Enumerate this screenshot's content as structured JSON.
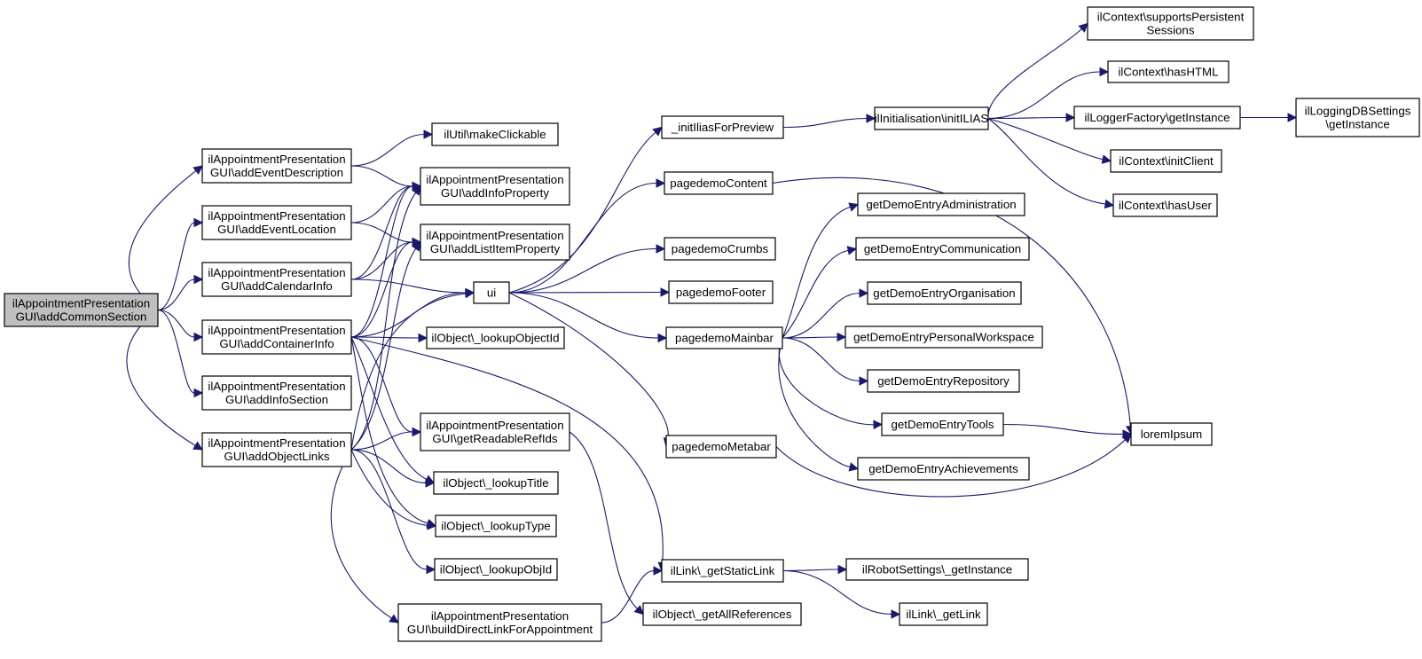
{
  "colors": {
    "edge": "#191970",
    "root_fill": "#bfbfbf",
    "node_fill": "#ffffff"
  },
  "nodes": [
    {
      "id": "root",
      "lines": [
        "ilAppointmentPresentation",
        "GUI\\addCommonSection"
      ]
    },
    {
      "id": "addEventDescription",
      "lines": [
        "ilAppointmentPresentation",
        "GUI\\addEventDescription"
      ]
    },
    {
      "id": "addEventLocation",
      "lines": [
        "ilAppointmentPresentation",
        "GUI\\addEventLocation"
      ]
    },
    {
      "id": "addCalendarInfo",
      "lines": [
        "ilAppointmentPresentation",
        "GUI\\addCalendarInfo"
      ]
    },
    {
      "id": "addContainerInfo",
      "lines": [
        "ilAppointmentPresentation",
        "GUI\\addContainerInfo"
      ]
    },
    {
      "id": "addInfoSection",
      "lines": [
        "ilAppointmentPresentation",
        "GUI\\addInfoSection"
      ]
    },
    {
      "id": "addObjectLinks",
      "lines": [
        "ilAppointmentPresentation",
        "GUI\\addObjectLinks"
      ]
    },
    {
      "id": "makeClickable",
      "lines": [
        "ilUtil\\makeClickable"
      ]
    },
    {
      "id": "addInfoProperty",
      "lines": [
        "ilAppointmentPresentation",
        "GUI\\addInfoProperty"
      ]
    },
    {
      "id": "addListItemProperty",
      "lines": [
        "ilAppointmentPresentation",
        "GUI\\addListItemProperty"
      ]
    },
    {
      "id": "ui",
      "lines": [
        "ui"
      ]
    },
    {
      "id": "lookupObjectId",
      "lines": [
        "ilObject\\_lookupObjectId"
      ]
    },
    {
      "id": "getReadableRefIds",
      "lines": [
        "ilAppointmentPresentation",
        "GUI\\getReadableRefIds"
      ]
    },
    {
      "id": "lookupTitle",
      "lines": [
        "ilObject\\_lookupTitle"
      ]
    },
    {
      "id": "lookupType",
      "lines": [
        "ilObject\\_lookupType"
      ]
    },
    {
      "id": "lookupObjId",
      "lines": [
        "ilObject\\_lookupObjId"
      ]
    },
    {
      "id": "buildDirectLink",
      "lines": [
        "ilAppointmentPresentation",
        "GUI\\buildDirectLinkForAppointment"
      ]
    },
    {
      "id": "initIliasForPreview",
      "lines": [
        "_initIliasForPreview"
      ]
    },
    {
      "id": "pagedemoContent",
      "lines": [
        "pagedemoContent"
      ]
    },
    {
      "id": "pagedemoCrumbs",
      "lines": [
        "pagedemoCrumbs"
      ]
    },
    {
      "id": "pagedemoFooter",
      "lines": [
        "pagedemoFooter"
      ]
    },
    {
      "id": "pagedemoMainbar",
      "lines": [
        "pagedemoMainbar"
      ]
    },
    {
      "id": "pagedemoMetabar",
      "lines": [
        "pagedemoMetabar"
      ]
    },
    {
      "id": "getStaticLink",
      "lines": [
        "ilLink\\_getStaticLink"
      ]
    },
    {
      "id": "getAllReferences",
      "lines": [
        "ilObject\\_getAllReferences"
      ]
    },
    {
      "id": "initILIAS",
      "lines": [
        "ilInitialisation\\initILIAS"
      ]
    },
    {
      "id": "getDemoEntryAdministration",
      "lines": [
        "getDemoEntryAdministration"
      ]
    },
    {
      "id": "getDemoEntryCommunication",
      "lines": [
        "getDemoEntryCommunication"
      ]
    },
    {
      "id": "getDemoEntryOrganisation",
      "lines": [
        "getDemoEntryOrganisation"
      ]
    },
    {
      "id": "getDemoEntryPersonalWorkspace",
      "lines": [
        "getDemoEntryPersonalWorkspace"
      ]
    },
    {
      "id": "getDemoEntryRepository",
      "lines": [
        "getDemoEntryRepository"
      ]
    },
    {
      "id": "getDemoEntryTools",
      "lines": [
        "getDemoEntryTools"
      ]
    },
    {
      "id": "getDemoEntryAchievements",
      "lines": [
        "getDemoEntryAchievements"
      ]
    },
    {
      "id": "robotGetInstance",
      "lines": [
        "ilRobotSettings\\_getInstance"
      ]
    },
    {
      "id": "getLink",
      "lines": [
        "ilLink\\_getLink"
      ]
    },
    {
      "id": "supportsPersistentSessions",
      "lines": [
        "ilContext\\supportsPersistent",
        "Sessions"
      ]
    },
    {
      "id": "hasHTML",
      "lines": [
        "ilContext\\hasHTML"
      ]
    },
    {
      "id": "loggerGetInstance",
      "lines": [
        "ilLoggerFactory\\getInstance"
      ]
    },
    {
      "id": "initClient",
      "lines": [
        "ilContext\\initClient"
      ]
    },
    {
      "id": "hasUser",
      "lines": [
        "ilContext\\hasUser"
      ]
    },
    {
      "id": "loremIpsum",
      "lines": [
        "loremIpsum"
      ]
    },
    {
      "id": "loggingGetInstance",
      "lines": [
        "ilLoggingDBSettings",
        "\\getInstance"
      ]
    }
  ],
  "edges": [
    [
      "root",
      "addEventDescription"
    ],
    [
      "root",
      "addEventLocation"
    ],
    [
      "root",
      "addCalendarInfo"
    ],
    [
      "root",
      "addContainerInfo"
    ],
    [
      "root",
      "addInfoSection"
    ],
    [
      "root",
      "addObjectLinks"
    ],
    [
      "addEventDescription",
      "makeClickable"
    ],
    [
      "addEventDescription",
      "addInfoProperty"
    ],
    [
      "addEventLocation",
      "addInfoProperty"
    ],
    [
      "addEventLocation",
      "addListItemProperty"
    ],
    [
      "addCalendarInfo",
      "addInfoProperty"
    ],
    [
      "addCalendarInfo",
      "addListItemProperty"
    ],
    [
      "addCalendarInfo",
      "ui"
    ],
    [
      "addContainerInfo",
      "addInfoProperty"
    ],
    [
      "addContainerInfo",
      "addListItemProperty"
    ],
    [
      "addContainerInfo",
      "ui"
    ],
    [
      "addContainerInfo",
      "lookupObjectId"
    ],
    [
      "addContainerInfo",
      "getReadableRefIds"
    ],
    [
      "addContainerInfo",
      "lookupTitle"
    ],
    [
      "addContainerInfo",
      "lookupType"
    ],
    [
      "addContainerInfo",
      "getStaticLink"
    ],
    [
      "addObjectLinks",
      "addInfoProperty"
    ],
    [
      "addObjectLinks",
      "addListItemProperty"
    ],
    [
      "addObjectLinks",
      "ui"
    ],
    [
      "addObjectLinks",
      "getReadableRefIds"
    ],
    [
      "addObjectLinks",
      "lookupTitle"
    ],
    [
      "addObjectLinks",
      "lookupType"
    ],
    [
      "addObjectLinks",
      "lookupObjId"
    ],
    [
      "addObjectLinks",
      "buildDirectLink"
    ],
    [
      "ui",
      "initIliasForPreview"
    ],
    [
      "ui",
      "pagedemoContent"
    ],
    [
      "ui",
      "pagedemoCrumbs"
    ],
    [
      "ui",
      "pagedemoFooter"
    ],
    [
      "ui",
      "pagedemoMainbar"
    ],
    [
      "ui",
      "pagedemoMetabar"
    ],
    [
      "getReadableRefIds",
      "getAllReferences"
    ],
    [
      "buildDirectLink",
      "getStaticLink"
    ],
    [
      "initIliasForPreview",
      "initILIAS"
    ],
    [
      "pagedemoContent",
      "loremIpsum"
    ],
    [
      "pagedemoMainbar",
      "getDemoEntryAdministration"
    ],
    [
      "pagedemoMainbar",
      "getDemoEntryCommunication"
    ],
    [
      "pagedemoMainbar",
      "getDemoEntryOrganisation"
    ],
    [
      "pagedemoMainbar",
      "getDemoEntryPersonalWorkspace"
    ],
    [
      "pagedemoMainbar",
      "getDemoEntryRepository"
    ],
    [
      "pagedemoMainbar",
      "getDemoEntryTools"
    ],
    [
      "pagedemoMainbar",
      "getDemoEntryAchievements"
    ],
    [
      "pagedemoMetabar",
      "loremIpsum"
    ],
    [
      "getStaticLink",
      "robotGetInstance"
    ],
    [
      "getStaticLink",
      "getLink"
    ],
    [
      "initILIAS",
      "supportsPersistentSessions"
    ],
    [
      "initILIAS",
      "hasHTML"
    ],
    [
      "initILIAS",
      "loggerGetInstance"
    ],
    [
      "initILIAS",
      "initClient"
    ],
    [
      "initILIAS",
      "hasUser"
    ],
    [
      "getDemoEntryTools",
      "loremIpsum"
    ],
    [
      "loggerGetInstance",
      "loggingGetInstance"
    ]
  ]
}
